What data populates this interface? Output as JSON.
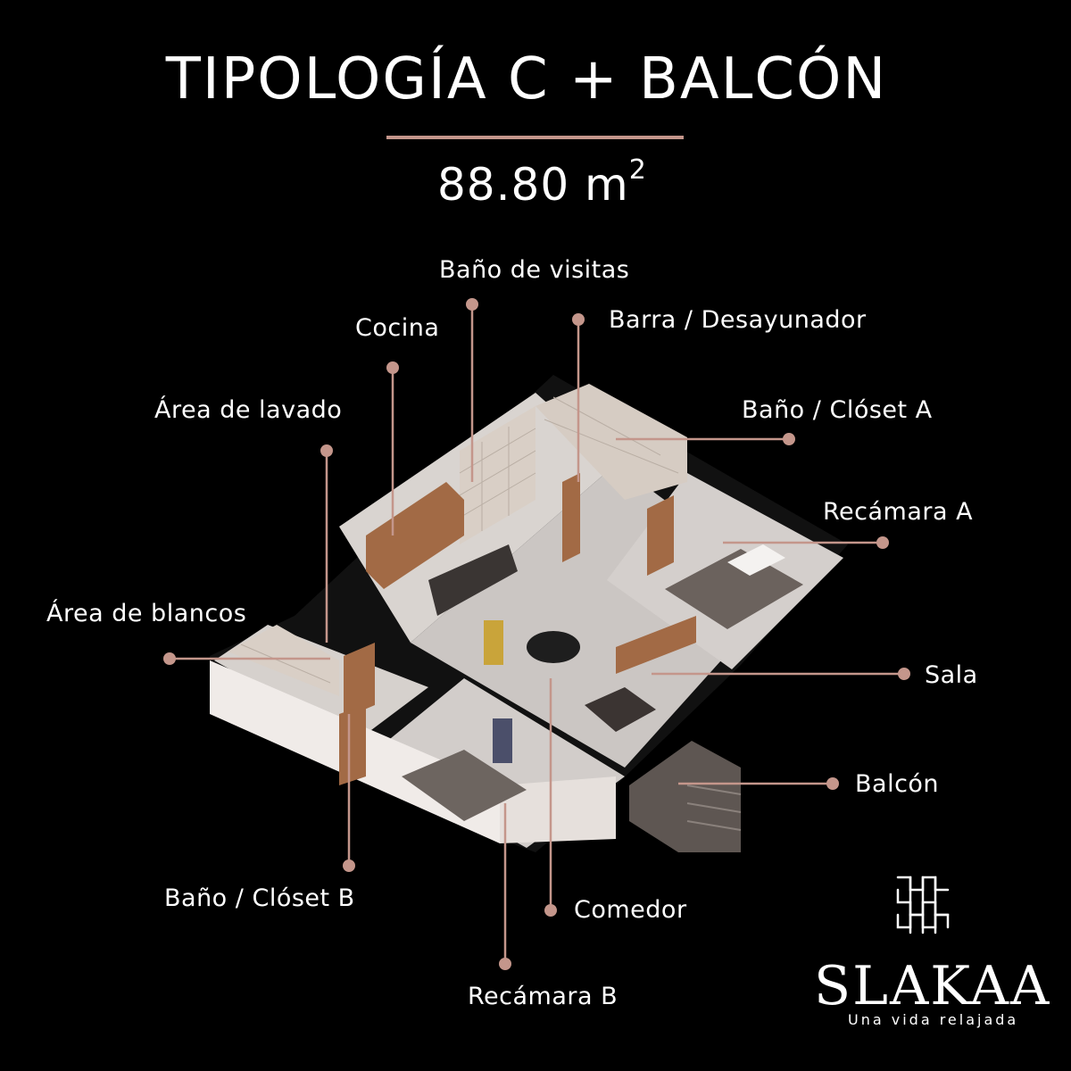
{
  "header": {
    "title": "TIPOLOGÍA C + BALCÓN",
    "area_value": "88.80 m",
    "area_sup": "2"
  },
  "labels": {
    "bano_visitas": "Baño de visitas",
    "barra": "Barra / Desayunador",
    "cocina": "Cocina",
    "area_lavado": "Área de lavado",
    "bano_closet_a": "Baño / Clóset A",
    "recamara_a": "Recámara A",
    "area_blancos": "Área de blancos",
    "sala": "Sala",
    "balcon": "Balcón",
    "bano_closet_b": "Baño / Clóset B",
    "comedor": "Comedor",
    "recamara_b": "Recámara B"
  },
  "brand": {
    "name": "SLAKAA",
    "tagline": "Una vida relajada"
  },
  "colors": {
    "accent": "#c4968b",
    "background": "#000000",
    "wall": "#f2eeeb",
    "floor": "#cfcac7",
    "wood": "#a26a45",
    "tile": "#d8d0c8"
  }
}
